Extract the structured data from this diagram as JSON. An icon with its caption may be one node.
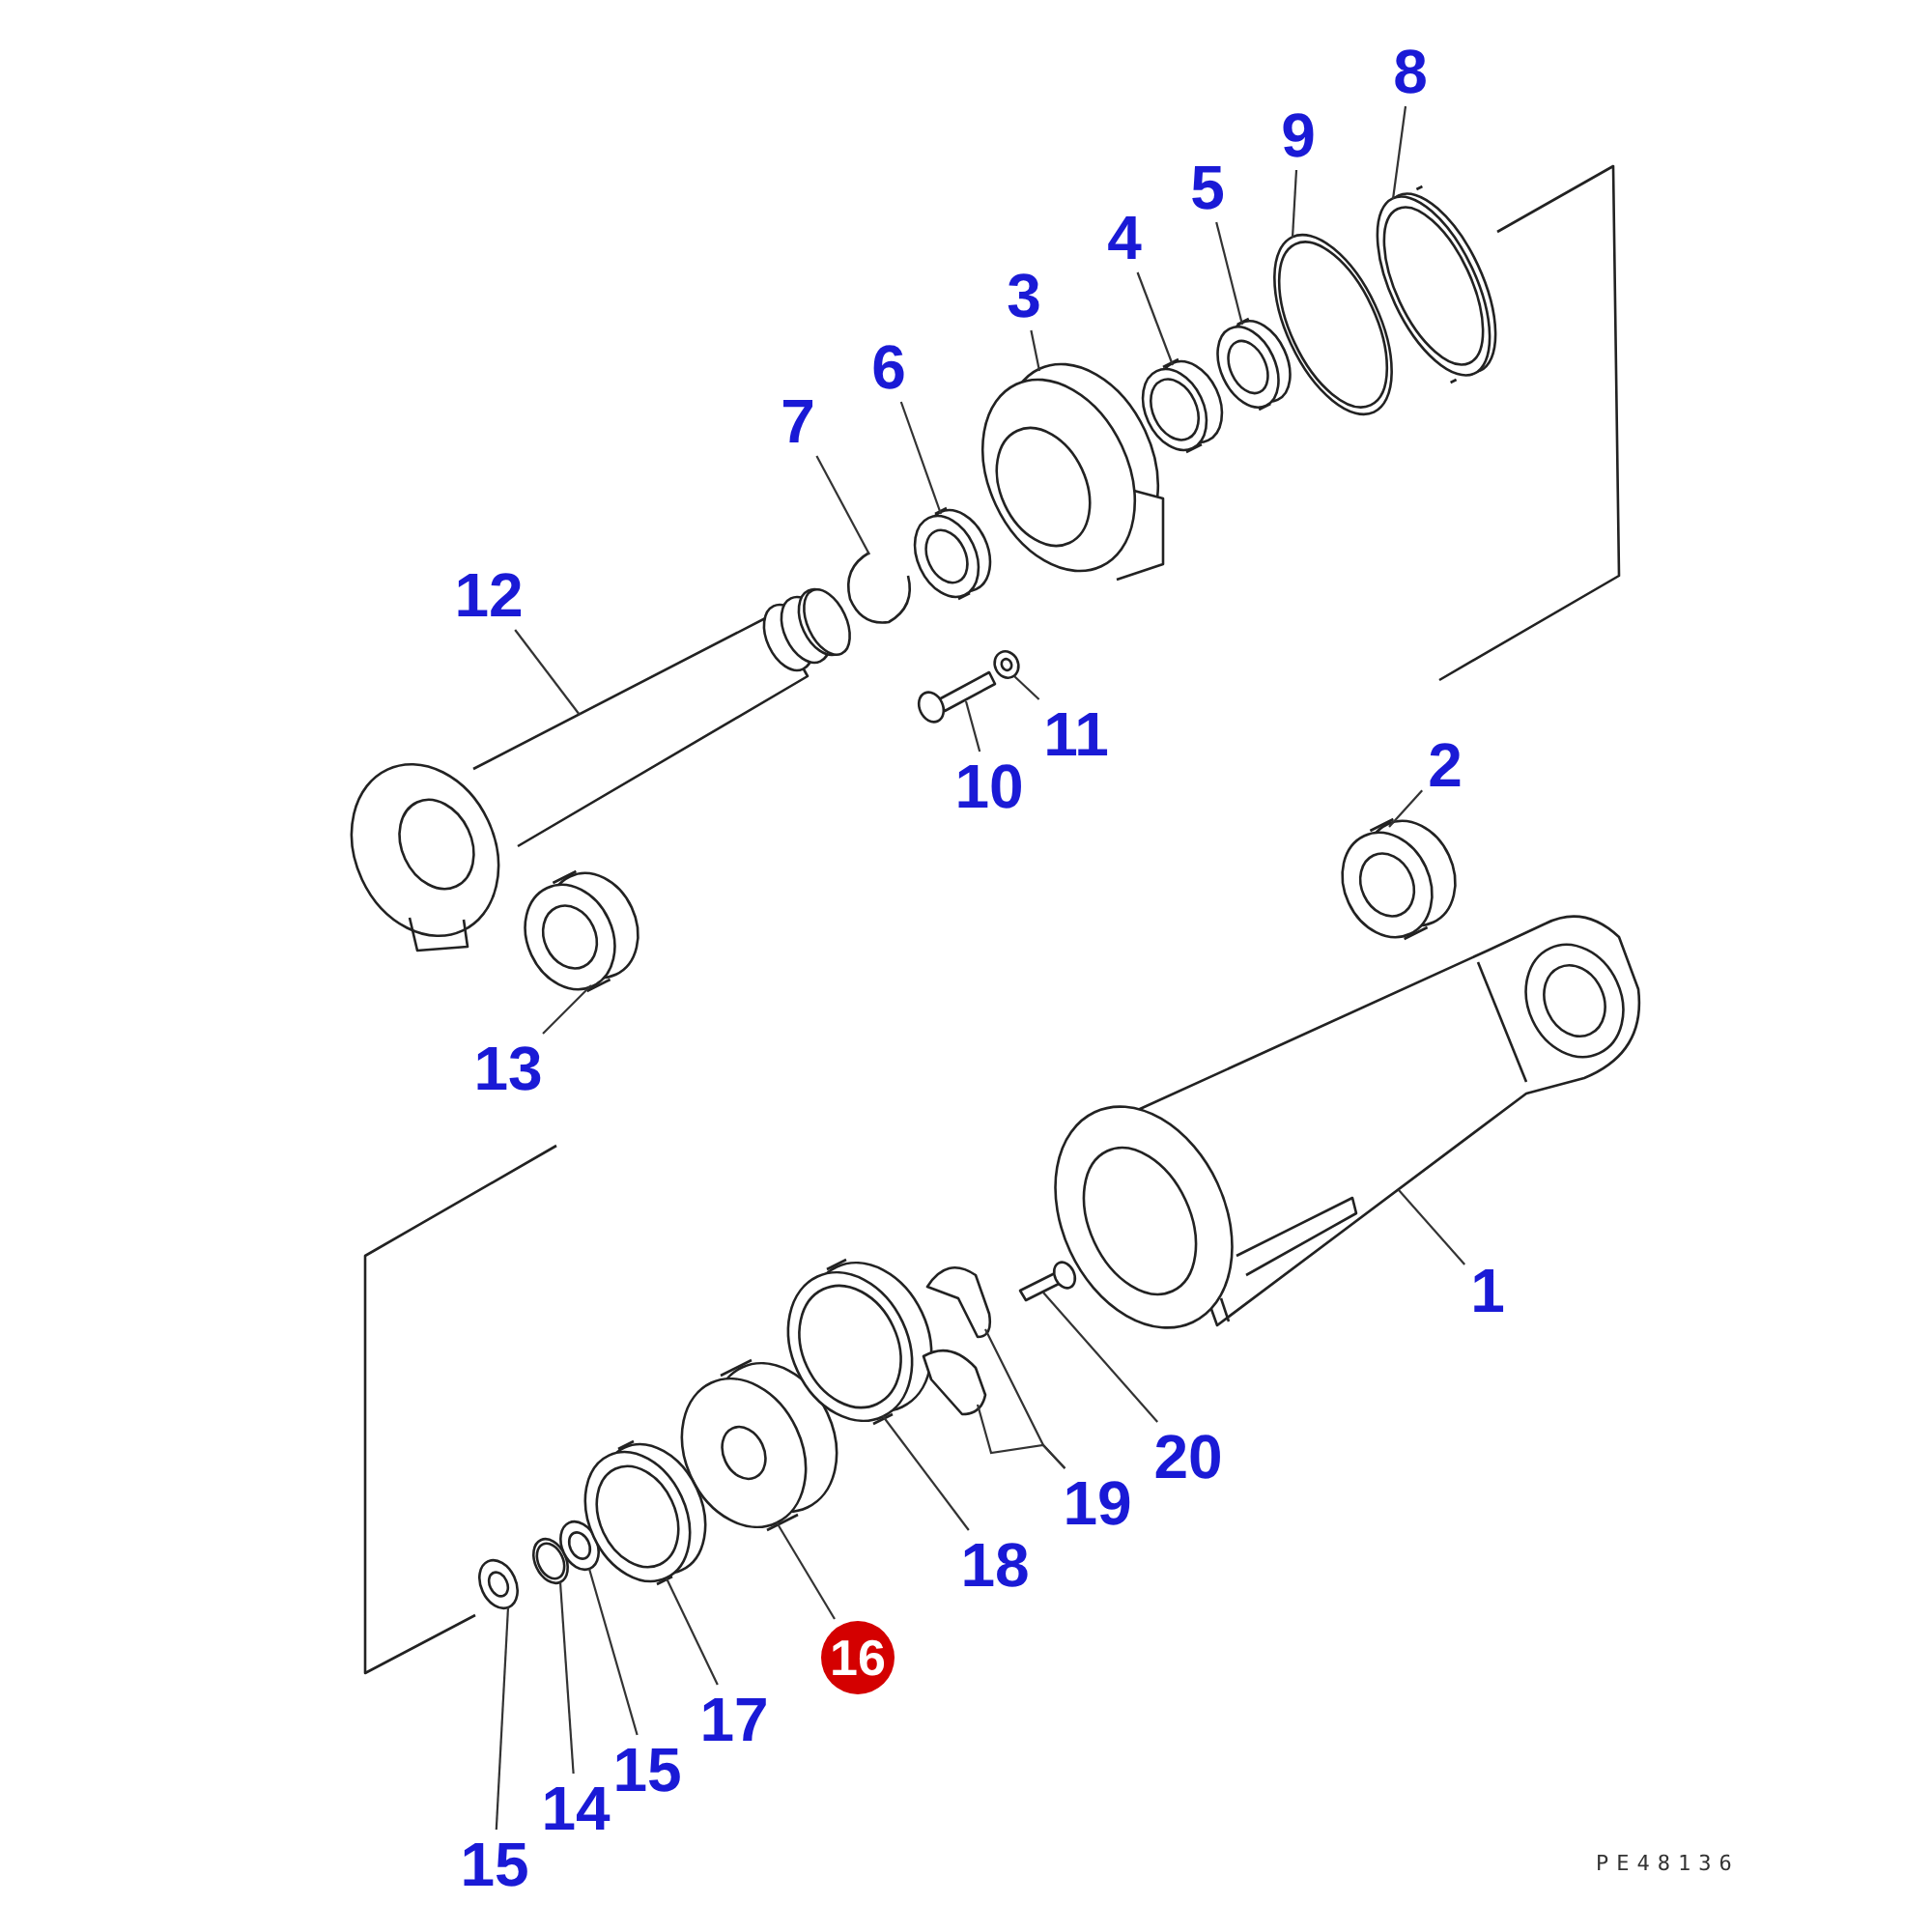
{
  "diagram": {
    "nodes": [
      {
        "text": [
          "1"
        ]
      },
      {
        "text": [
          "2"
        ]
      },
      {
        "text": [
          "3"
        ]
      },
      {
        "text": [
          "4"
        ]
      },
      {
        "text": [
          "5"
        ]
      },
      {
        "text": [
          "6"
        ]
      },
      {
        "text": [
          "7"
        ]
      },
      {
        "text": [
          "8"
        ]
      },
      {
        "text": [
          "9"
        ]
      },
      {
        "text": [
          "10"
        ]
      },
      {
        "text": [
          "11"
        ]
      },
      {
        "text": [
          "12"
        ]
      },
      {
        "text": [
          "13"
        ]
      },
      {
        "text": [
          "14"
        ]
      },
      {
        "text": [
          "15"
        ]
      },
      {
        "text": [
          "15"
        ]
      },
      {
        "text": [
          "16"
        ]
      },
      {
        "text": [
          "17"
        ]
      },
      {
        "text": [
          "18"
        ]
      },
      {
        "text": [
          "19"
        ]
      },
      {
        "text": [
          "20"
        ]
      },
      {
        "text": [],
        "shape": "picture"
      },
      {
        "text": [],
        "shape": "picture"
      },
      {
        "text": [],
        "shape": "picture"
      },
      {
        "text": [],
        "shape": "picture"
      },
      {
        "text": [],
        "shape": "picture"
      },
      {
        "text": [],
        "shape": "picture"
      },
      {
        "text": [],
        "shape": "picture"
      },
      {
        "text": [],
        "shape": "picture"
      },
      {
        "text": [],
        "shape": "picture"
      },
      {
        "text": [],
        "shape": "picture"
      },
      {
        "text": [],
        "shape": "picture"
      },
      {
        "text": [],
        "shape": "picture"
      },
      {
        "text": [],
        "shape": "picture"
      },
      {
        "text": [],
        "shape": "picture"
      },
      {
        "text": [],
        "shape": "picture"
      },
      {
        "text": [],
        "shape": "picture"
      },
      {
        "text": [],
        "shape": "picture"
      },
      {
        "text": [],
        "shape": "picture"
      },
      {
        "text": [],
        "shape": "picture"
      },
      {
        "text": [],
        "shape": "picture"
      },
      {
        "text": [],
        "shape": "picture"
      },
      {
        "text": [],
        "shape": "picture"
      }
    ],
    "edges": [
      {
        "from": 0,
        "to": 21,
        "arrow": "none"
      },
      {
        "from": 1,
        "to": 22,
        "arrow": "none"
      },
      {
        "from": 2,
        "to": 23,
        "arrow": "none"
      },
      {
        "from": 3,
        "to": 24,
        "arrow": "none"
      },
      {
        "from": 4,
        "to": 25,
        "arrow": "none"
      },
      {
        "from": 5,
        "to": 26,
        "arrow": "none"
      },
      {
        "from": 6,
        "to": 27,
        "arrow": "none"
      },
      {
        "from": 7,
        "to": 28,
        "arrow": "none"
      },
      {
        "from": 8,
        "to": 29,
        "arrow": "none"
      },
      {
        "from": 9,
        "to": 30,
        "arrow": "none"
      },
      {
        "from": 10,
        "to": 31,
        "arrow": "none"
      },
      {
        "from": 11,
        "to": 32,
        "arrow": "none"
      },
      {
        "from": 12,
        "to": 33,
        "arrow": "none"
      },
      {
        "from": 13,
        "to": 34,
        "arrow": "none"
      },
      {
        "from": 14,
        "to": 35,
        "arrow": "none"
      },
      {
        "from": 15,
        "to": 36,
        "arrow": "none"
      },
      {
        "from": 16,
        "to": 37,
        "arrow": "none"
      },
      {
        "from": 17,
        "to": 38,
        "arrow": "none"
      },
      {
        "from": 18,
        "to": 39,
        "arrow": "none"
      },
      {
        "from": 19,
        "to": 40,
        "arrow": "none"
      },
      {
        "from": 19,
        "to": 41,
        "arrow": "none"
      },
      {
        "from": 20,
        "to": 42,
        "arrow": "none"
      }
    ],
    "labels": [
      "PE48136"
    ]
  }
}
